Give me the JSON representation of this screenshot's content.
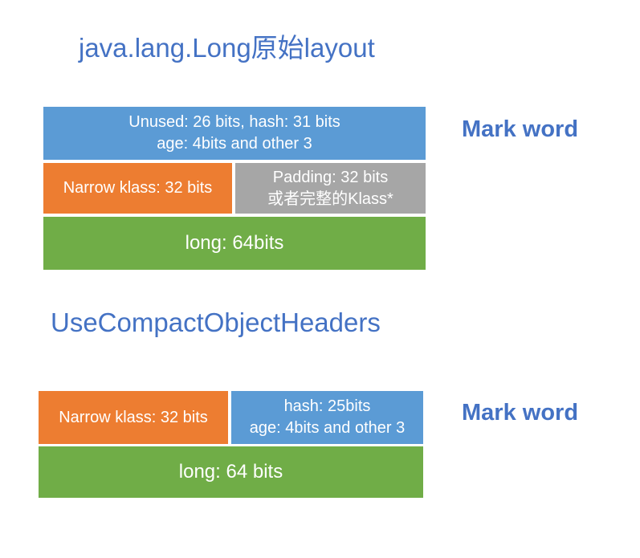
{
  "colors": {
    "accent_blue": "#5B9BD5",
    "accent_orange": "#ED7D31",
    "accent_gray": "#A6A6A6",
    "accent_green": "#70AD47",
    "heading_blue": "#4472C4",
    "box_text": "#FFFFFF"
  },
  "section_original": {
    "title": "java.lang.Long原始layout",
    "mark_word_label": "Mark word",
    "boxes": {
      "mark_word": {
        "line1": "Unused: 26 bits, hash: 31 bits",
        "line2": "age: 4bits and other 3"
      },
      "narrow_klass": {
        "label": "Narrow klass: 32 bits"
      },
      "padding": {
        "line1": "Padding: 32 bits",
        "line2": "或者完整的Klass*"
      },
      "long_field": {
        "label": "long: 64bits"
      }
    }
  },
  "section_compact": {
    "title": "UseCompactObjectHeaders",
    "mark_word_label": "Mark word",
    "boxes": {
      "narrow_klass": {
        "label": "Narrow klass: 32 bits"
      },
      "mark_word": {
        "line1": "hash: 25bits",
        "line2": "age: 4bits and other 3"
      },
      "long_field": {
        "label": "long: 64 bits"
      }
    }
  }
}
